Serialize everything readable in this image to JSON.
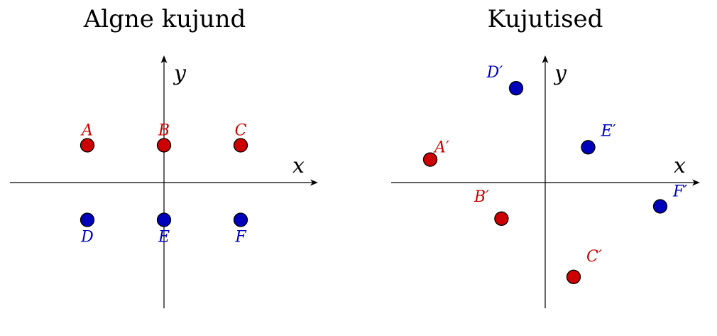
{
  "panels": [
    {
      "title": "Algne kujund",
      "x_label": "x",
      "y_label": "y",
      "points": [
        {
          "label": "A",
          "x": -1,
          "y": 0.5,
          "color": "#cc0000"
        },
        {
          "label": "B",
          "x": 0,
          "y": 0.5,
          "color": "#cc0000"
        },
        {
          "label": "C",
          "x": 1,
          "y": 0.5,
          "color": "#cc0000"
        },
        {
          "label": "D",
          "x": -1,
          "y": -0.5,
          "color": "#0000bb"
        },
        {
          "label": "E",
          "x": 0,
          "y": -0.5,
          "color": "#0000bb"
        },
        {
          "label": "F",
          "x": 1,
          "y": -0.5,
          "color": "#0000bb"
        }
      ]
    },
    {
      "title": "Kujutised",
      "x_label": "x",
      "y_label": "y",
      "points": [
        {
          "label": "A′",
          "x": -1.5,
          "y": 0.3,
          "color": "#cc0000"
        },
        {
          "label": "B′",
          "x": -0.57,
          "y": -0.47,
          "color": "#cc0000"
        },
        {
          "label": "C′",
          "x": 0.37,
          "y": -1.23,
          "color": "#cc0000"
        },
        {
          "label": "D′",
          "x": -0.38,
          "y": 1.23,
          "color": "#0000bb"
        },
        {
          "label": "E′",
          "x": 0.56,
          "y": 0.46,
          "color": "#0000bb"
        },
        {
          "label": "F′",
          "x": 1.5,
          "y": -0.31,
          "color": "#0000bb"
        }
      ]
    }
  ],
  "colors": {
    "red": "#cc0000",
    "blue": "#0000bb",
    "axis": "#000000"
  }
}
